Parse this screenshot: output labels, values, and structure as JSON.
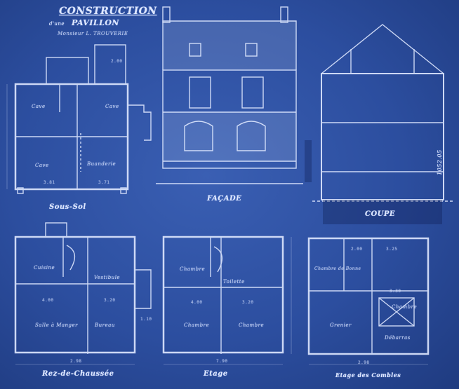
{
  "header": {
    "title": "CONSTRUCTION",
    "subtitle": "PAVILLON",
    "note_prefix": "d'une",
    "owner_line": "Monsieur L. TROUVERIE"
  },
  "captions": {
    "sous_sol": "Sous-Sol",
    "facade": "FAÇADE",
    "coupe": "COUPE",
    "rez": "Rez-de-Chaussée",
    "etage": "Etage",
    "combles": "Etage des Combles"
  },
  "reference": "1052.05",
  "rooms": {
    "basement": [
      "Cave",
      "Cave",
      "Cave",
      "Buanderie"
    ],
    "ground": [
      "Cuisine",
      "Vestibule",
      "Salle à Manger",
      "Bureau"
    ],
    "first": [
      "Chambre",
      "Toilette",
      "Chambre",
      "Chambre"
    ],
    "attic": [
      "Chambre de Bonne",
      "Grenier",
      "Chambre",
      "Débarras"
    ]
  },
  "dimensions": {
    "basement": [
      "2.00",
      "3.81",
      "3.71"
    ],
    "ground": [
      "4.00",
      "3.20",
      "2.98",
      "1.10"
    ],
    "first": [
      "4.00",
      "3.20",
      "7.90"
    ],
    "attic": [
      "2.00",
      "3.25",
      "3.30",
      "2.98"
    ]
  },
  "colors": {
    "paper": "#2c4e9f",
    "line": "#dfe8ff",
    "shade": "#0e1e52"
  }
}
